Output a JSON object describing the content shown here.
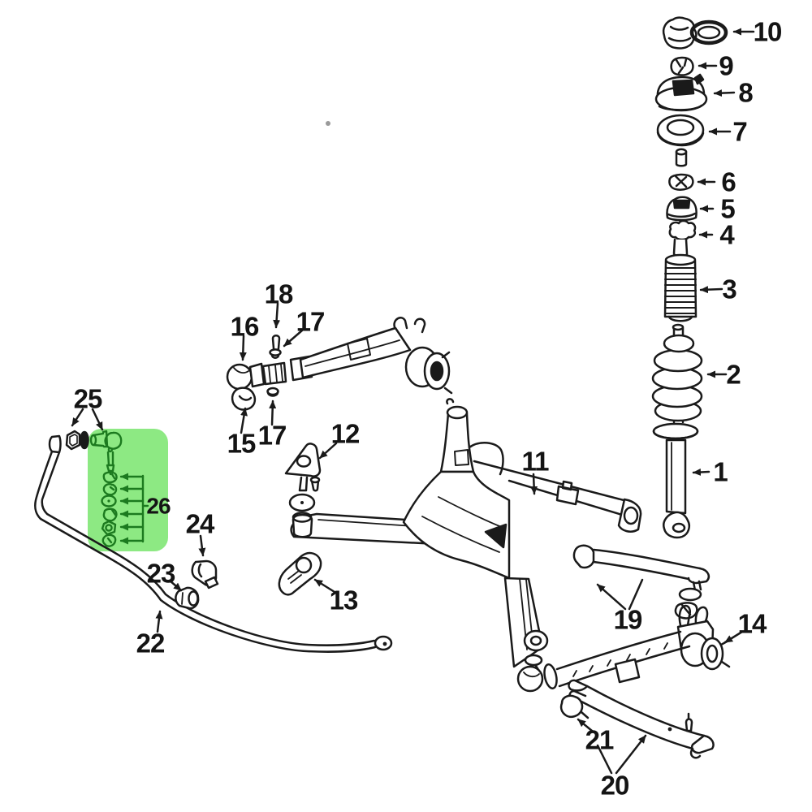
{
  "page": {
    "background": "#ffffff"
  },
  "diagram": {
    "type": "exploded-parts-diagram",
    "subject": "rear-suspension-parts-diagram",
    "line_color": "#1a1a1a",
    "highlight": {
      "color": "#8de983",
      "line_color": "#1c7a1f",
      "highlighted_part": "26"
    },
    "callouts": {
      "c1": "1",
      "c2": "2",
      "c3": "3",
      "c4": "4",
      "c5": "5",
      "c6": "6",
      "c7": "7",
      "c8": "8",
      "c9": "9",
      "c10": "10",
      "c11": "11",
      "c12": "12",
      "c13": "13",
      "c14": "14",
      "c15": "15",
      "c16": "16",
      "c17a": "17",
      "c17b": "17",
      "c18": "18",
      "c19": "19",
      "c20": "20",
      "c21": "21",
      "c22": "22",
      "c23": "23",
      "c24": "24",
      "c25": "25",
      "c26": "26"
    }
  }
}
